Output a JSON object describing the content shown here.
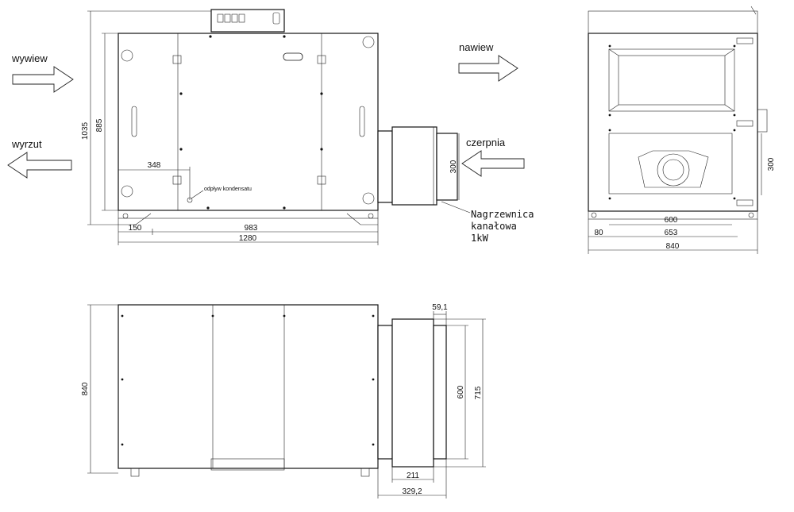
{
  "labels": {
    "wywiew": "wywiew",
    "wyrzut": "wyrzut",
    "nawiew": "nawiew",
    "czerpnia": "czerpnia",
    "heater_line1": "Nagrzewnica",
    "heater_line2": "kanałowa",
    "heater_line3": "1kW",
    "condensate": "odpływ kondensatu"
  },
  "dimensions": {
    "front_height_total": "1035",
    "front_height_body": "885",
    "front_inner_width": "348",
    "front_offset_left": "150",
    "front_span": "983",
    "front_width_total": "1280",
    "front_duct": "300",
    "side_duct": "300",
    "side_opening": "600",
    "side_span": "653",
    "side_offset": "80",
    "side_width_total": "840",
    "top_depth": "840",
    "top_flange": "59,1",
    "top_duct_inner": "600",
    "top_duct_outer": "715",
    "top_heater_len": "211",
    "top_heater_total": "329,2"
  },
  "colors": {
    "line": "#111111",
    "background": "#ffffff"
  }
}
